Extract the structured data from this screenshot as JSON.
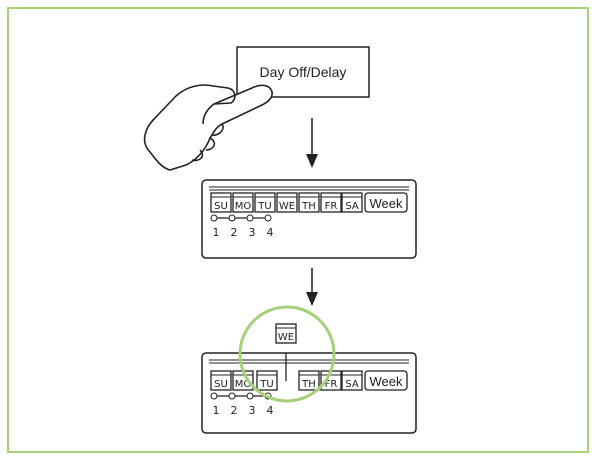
{
  "button": {
    "label": "Day Off/Delay"
  },
  "panel1": {
    "days": [
      "SU",
      "MO",
      "TU",
      "WE",
      "TH",
      "FR",
      "SA"
    ],
    "week_label": "Week",
    "numbers": [
      "1",
      "2",
      "3",
      "4"
    ]
  },
  "panel2": {
    "days": [
      "SU",
      "MO",
      "TU",
      "TH",
      "FR",
      "SA"
    ],
    "raised_day": "WE",
    "week_label": "Week",
    "numbers": [
      "1",
      "2",
      "3",
      "4"
    ]
  },
  "colors": {
    "frame": "#a8cf7a",
    "highlight": "#a8cf7a",
    "ink": "#222222"
  },
  "icons": [
    "pointing-hand-icon",
    "arrow-down-icon"
  ]
}
